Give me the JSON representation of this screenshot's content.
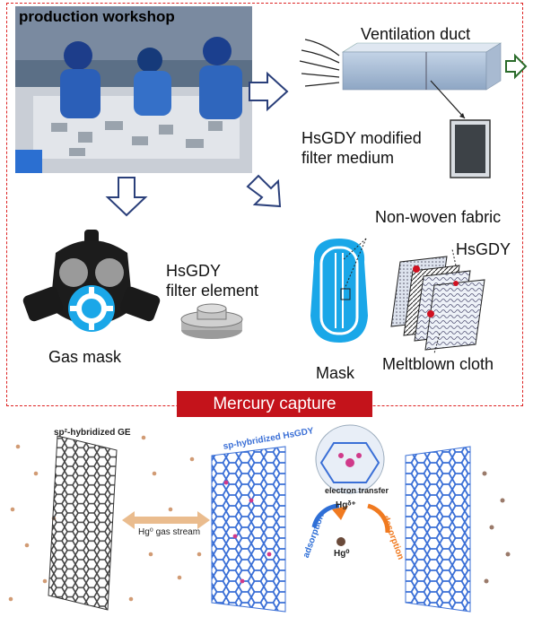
{
  "top_panel": {
    "photo_label": "production workshop",
    "ventilation_label": "Ventilation duct",
    "filter_medium_label_1": "HsGDY modified",
    "filter_medium_label_2": "filter medium",
    "filter_element_label_1": "HsGDY",
    "filter_element_label_2": "filter element",
    "gas_mask_label": "Gas mask",
    "mask_label": "Mask",
    "nonwoven_label": "Non-woven fabric",
    "hsgdy_label": "HsGDY",
    "meltblown_label": "Meltblown cloth",
    "banner_label": "Mercury capture"
  },
  "bottom_panel": {
    "ge_label": "sp²-hybridized GE",
    "hsgdy_sheet_label": "sp-hybridized HsGDY",
    "gas_stream_label": "Hg⁰ gas stream",
    "electron_transfer_label": "electron transfer",
    "adsorption_label": "adsorption",
    "desorption_label": "desorption",
    "hg_ion_label": "Hgᵟ⁺",
    "hg0_label": "Hg⁰"
  },
  "colors": {
    "frame": "#dd2222",
    "banner": "#c4131b",
    "mask_blue": "#1aa7e8",
    "sheet_blue": "#3a6fd6",
    "ge_gray": "#444444",
    "hg_particle": "#c98a5c"
  }
}
